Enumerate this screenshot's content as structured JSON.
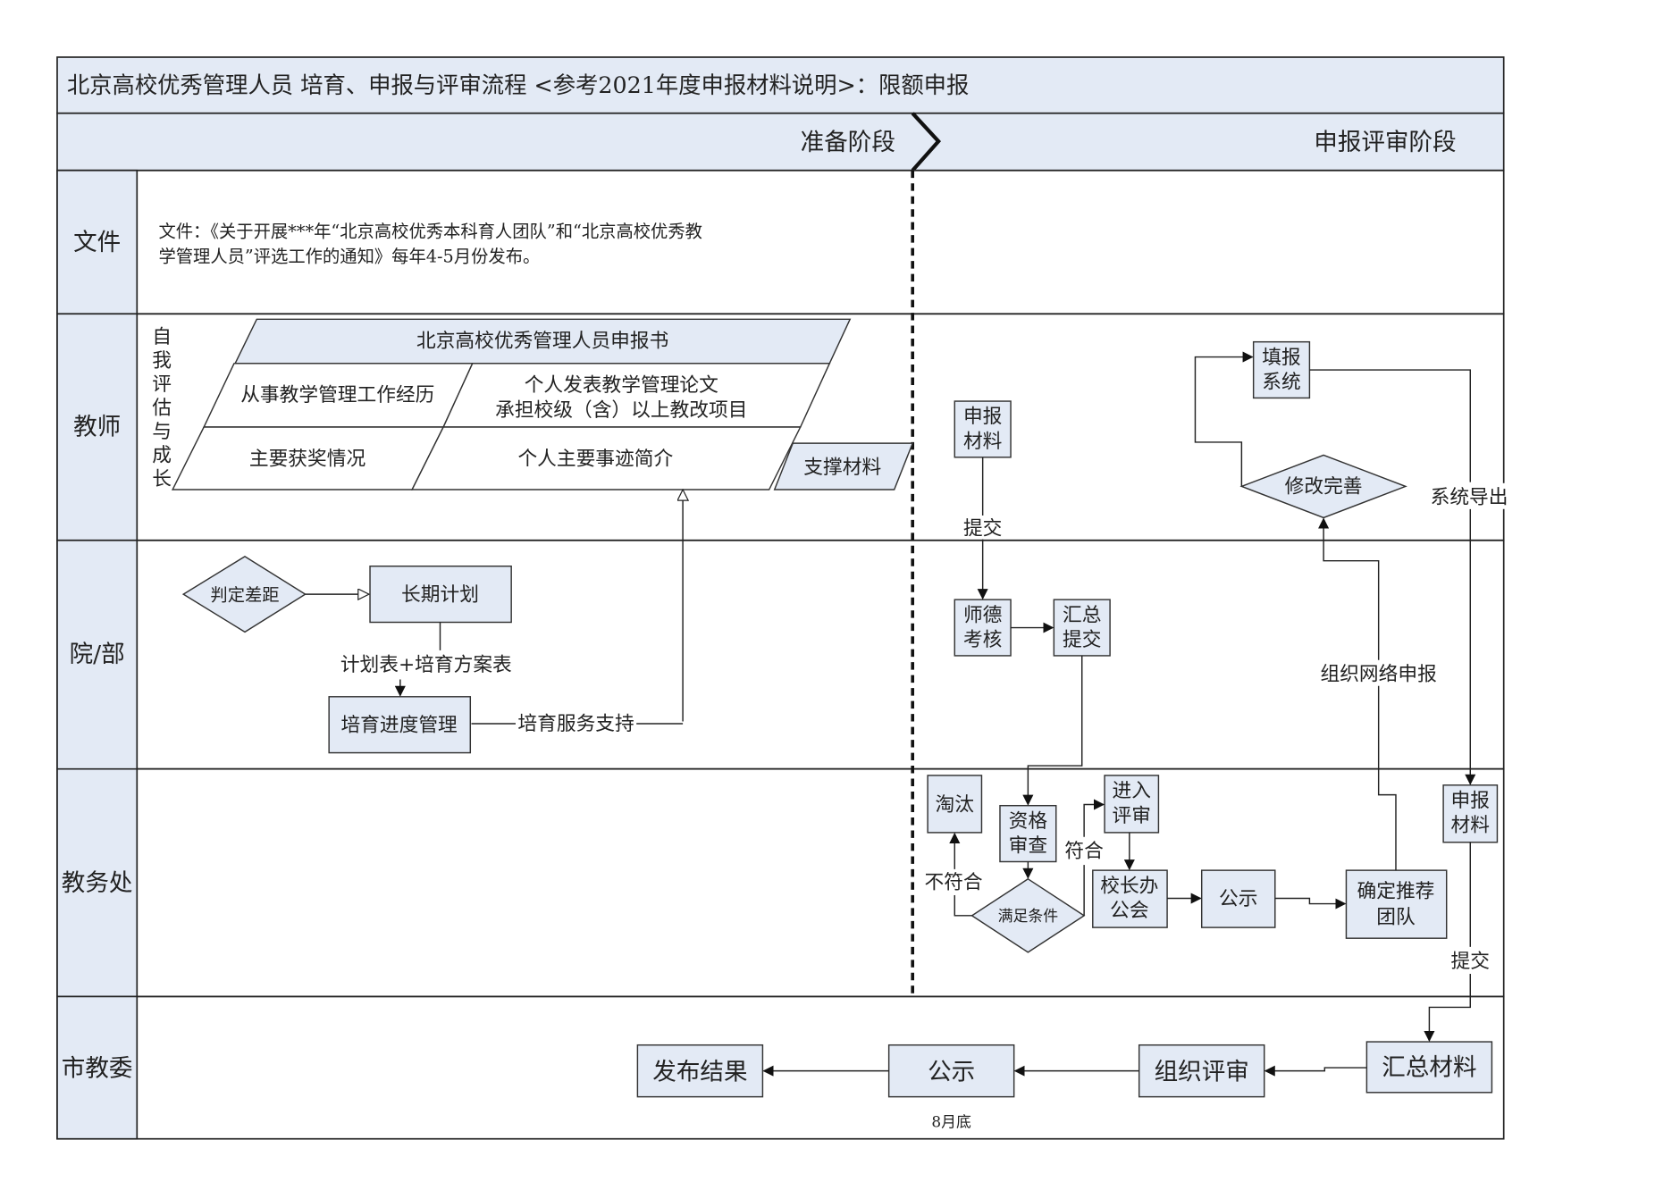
{
  "title": "北京高校优秀管理人员   培育、申报与评审流程    <参考2021年度申报材料说明>：限额申报",
  "phases": {
    "prep": "准备阶段",
    "review": "申报评审阶段"
  },
  "lanes": [
    "文件",
    "教师",
    "院/部",
    "教务处",
    "市教委"
  ],
  "document_text": {
    "line1": "文件：《关于开展***年“北京高校优秀本科育人团队”和“北京高校优秀教",
    "line2": "学管理人员”评选工作的通知》每年4-5月份发布。"
  },
  "teacher": {
    "side_label": [
      "自",
      "我",
      "评",
      "估",
      "与",
      "成",
      "长"
    ],
    "form_title": "北京高校优秀管理人员申报书",
    "cell_experience": "从事教学管理工作经历",
    "cell_papers_1": "个人发表教学管理论文",
    "cell_papers_2": "承担校级（含）以上教改项目",
    "cell_awards": "主要获奖情况",
    "cell_deeds": "个人主要事迹简介",
    "support": "支撑材料",
    "apply_material": [
      "申报",
      "材料"
    ],
    "submit_label": "提交",
    "fill_system": [
      "填报",
      "系统"
    ],
    "revise": "修改完善",
    "system_export": "系统导出"
  },
  "dept": {
    "judge_gap": "判定差距",
    "long_plan": "长期计划",
    "plan_tables": "计划表+培育方案表",
    "progress_mgmt": "培育进度管理",
    "service_support": "培育服务支持",
    "ethics_review": [
      "师德",
      "考核"
    ],
    "summary_submit": [
      "汇总",
      "提交"
    ],
    "org_online_apply": "组织网络申报"
  },
  "academic_affairs": {
    "eliminate": "淘汰",
    "qualification_review": [
      "资格",
      "审查"
    ],
    "meets_condition": "满足条件",
    "not_meet": "不符合",
    "meet": "符合",
    "enter_review": [
      "进入",
      "评审"
    ],
    "president_meeting": [
      "校长办",
      "公会"
    ],
    "publicity": "公示",
    "confirm_team": [
      "确定推荐",
      "团队"
    ],
    "apply_material": [
      "申报",
      "材料"
    ],
    "submit_label": "提交"
  },
  "commission": {
    "summary_material": "汇总材料",
    "organize_review": "组织评审",
    "publicity": "公示",
    "publish_result": "发布结果",
    "deadline": "8月底"
  }
}
